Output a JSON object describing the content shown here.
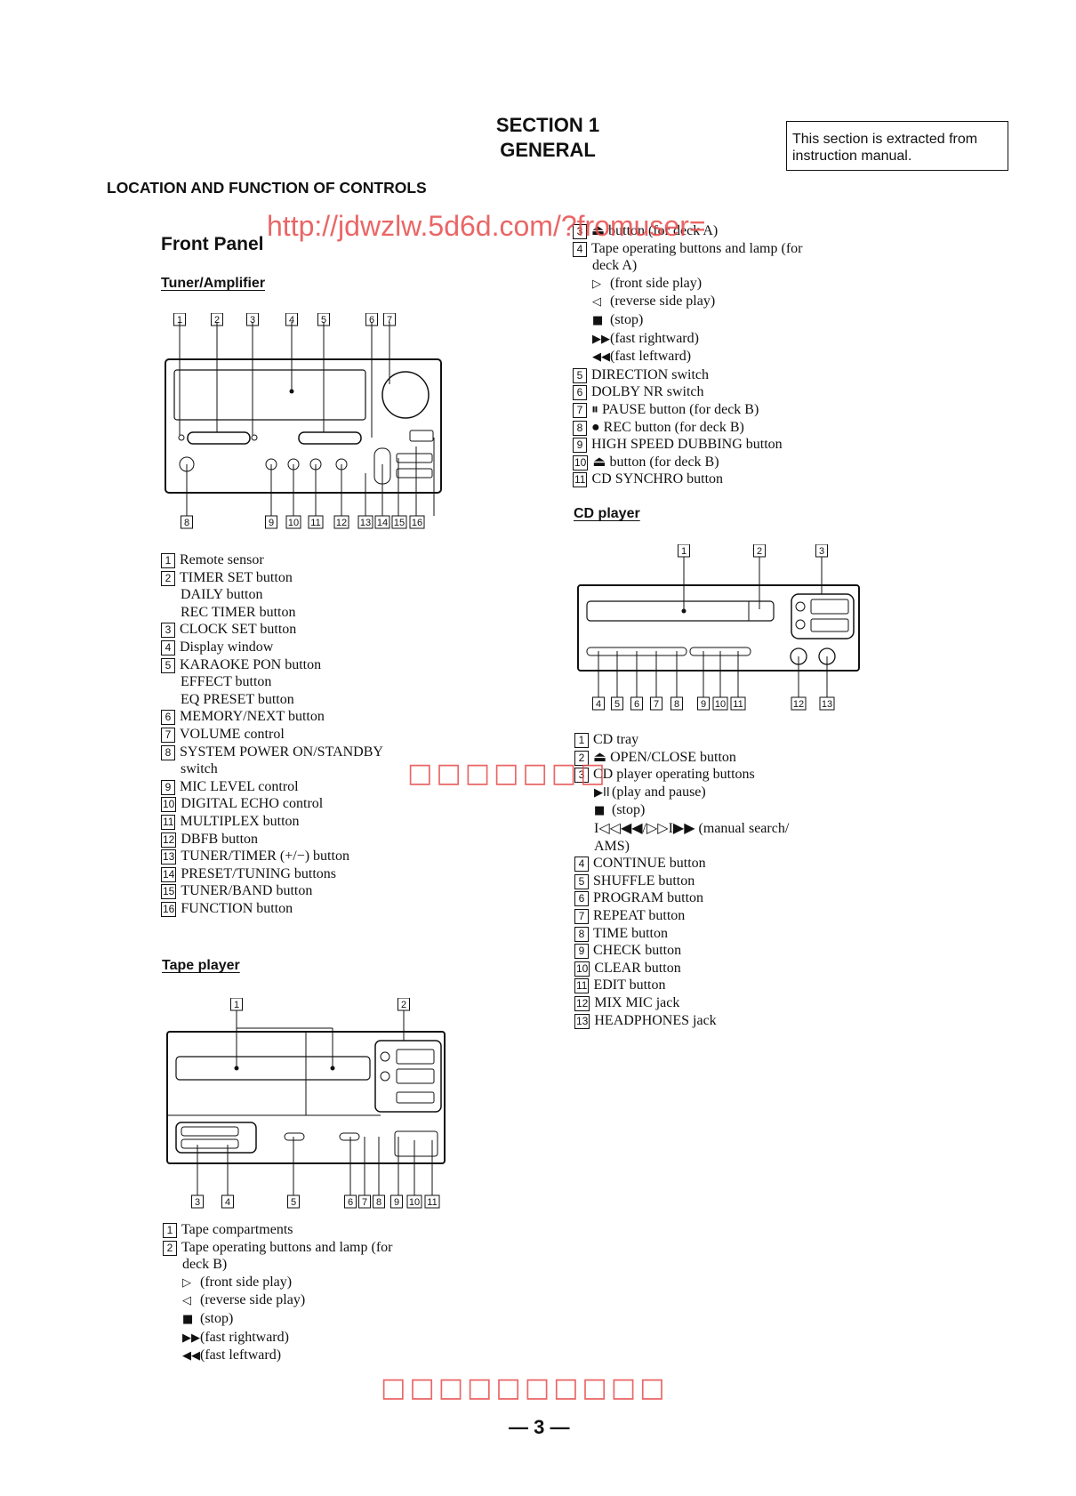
{
  "section": {
    "number": "SECTION  1",
    "title": "GENERAL"
  },
  "note": "This  section  is  extracted  from instruction  manual.",
  "main_heading": "LOCATION AND FUNCTION OF CONTROLS",
  "front_panel": "Front Panel",
  "tuner": {
    "heading": "Tuner/Amplifier",
    "callouts_top": [
      "1",
      "2",
      "3",
      "4",
      "5",
      "6",
      "7"
    ],
    "callouts_bottom": [
      "8",
      "9",
      "10",
      "11",
      "12",
      "13",
      "14",
      "15",
      "16"
    ],
    "items": [
      {
        "n": "1",
        "lines": [
          "Remote sensor"
        ]
      },
      {
        "n": "2",
        "lines": [
          "TIMER SET button",
          "DAILY button",
          "REC TIMER button"
        ]
      },
      {
        "n": "3",
        "lines": [
          "CLOCK SET button"
        ]
      },
      {
        "n": "4",
        "lines": [
          "Display window"
        ]
      },
      {
        "n": "5",
        "lines": [
          "KARAOKE PON button",
          "EFFECT button",
          "EQ PRESET button"
        ]
      },
      {
        "n": "6",
        "lines": [
          "MEMORY/NEXT button"
        ]
      },
      {
        "n": "7",
        "lines": [
          "VOLUME control"
        ]
      },
      {
        "n": "8",
        "lines": [
          "SYSTEM POWER ON/STANDBY",
          "switch"
        ]
      },
      {
        "n": "9",
        "lines": [
          "MIC LEVEL control"
        ]
      },
      {
        "n": "10",
        "lines": [
          "DIGITAL ECHO control"
        ]
      },
      {
        "n": "11",
        "lines": [
          "MULTIPLEX button"
        ]
      },
      {
        "n": "12",
        "lines": [
          "DBFB button"
        ]
      },
      {
        "n": "13",
        "lines": [
          "TUNER/TIMER (+/−) button"
        ]
      },
      {
        "n": "14",
        "lines": [
          "PRESET/TUNING buttons"
        ]
      },
      {
        "n": "15",
        "lines": [
          "TUNER/BAND button"
        ]
      },
      {
        "n": "16",
        "lines": [
          "FUNCTION button"
        ]
      }
    ]
  },
  "tape": {
    "heading": "Tape player",
    "callouts_top": [
      "1",
      "2"
    ],
    "callouts_bottom": [
      "3",
      "4",
      "5",
      "6",
      "7",
      "8",
      "9",
      "10",
      "11"
    ],
    "items": [
      {
        "n": "1",
        "lines": [
          "Tape compartments"
        ]
      },
      {
        "n": "2",
        "lines": [
          "Tape operating buttons and lamp (for",
          "deck B)"
        ]
      }
    ],
    "sub": [
      {
        "sym": "▷",
        "text": "(front side play)"
      },
      {
        "sym": "◁",
        "text": "(reverse side play)"
      },
      {
        "sym": "■",
        "text": "(stop)"
      },
      {
        "sym": "▶▶",
        "text": "(fast rightward)"
      },
      {
        "sym": "◀◀",
        "text": "(fast leftward)"
      }
    ]
  },
  "right_top": {
    "items_a": [
      {
        "n": "3",
        "lines": [
          "⏏ button (for deck A)"
        ]
      },
      {
        "n": "4",
        "lines": [
          "Tape operating buttons and lamp (for",
          "deck A)"
        ]
      }
    ],
    "sub": [
      {
        "sym": "▷",
        "text": "(front side play)"
      },
      {
        "sym": "◁",
        "text": "(reverse side play)"
      },
      {
        "sym": "■",
        "text": "(stop)"
      },
      {
        "sym": "▶▶",
        "text": "(fast rightward)"
      },
      {
        "sym": "◀◀",
        "text": "(fast leftward)"
      }
    ],
    "items_b": [
      {
        "n": "5",
        "lines": [
          "DIRECTION switch"
        ]
      },
      {
        "n": "6",
        "lines": [
          "DOLBY NR switch"
        ]
      },
      {
        "n": "7",
        "lines": [
          "⏸ PAUSE button (for deck B)"
        ]
      },
      {
        "n": "8",
        "lines": [
          "● REC button (for deck B)"
        ]
      },
      {
        "n": "9",
        "lines": [
          "HIGH SPEED DUBBING button"
        ]
      },
      {
        "n": "10",
        "lines": [
          "⏏ button (for deck B)"
        ]
      },
      {
        "n": "11",
        "lines": [
          "CD SYNCHRO button"
        ]
      }
    ]
  },
  "cd": {
    "heading": "CD player",
    "callouts_top": [
      "1",
      "2",
      "3"
    ],
    "callouts_bottom": [
      "4",
      "5",
      "6",
      "7",
      "8",
      "9",
      "10",
      "11",
      "12",
      "13"
    ],
    "items_a": [
      {
        "n": "1",
        "lines": [
          "CD tray"
        ]
      },
      {
        "n": "2",
        "lines": [
          "⏏ OPEN/CLOSE button"
        ]
      },
      {
        "n": "3",
        "lines": [
          "CD player operating buttons"
        ]
      }
    ],
    "sub": [
      {
        "sym": "▶II",
        "text": "(play and pause)"
      },
      {
        "sym": "■",
        "text": "(stop)"
      },
      {
        "sym": "",
        "text": "I◁◁◀◀/▷▷I▶▶ (manual search/"
      },
      {
        "sym": "",
        "text": "AMS)"
      }
    ],
    "items_b": [
      {
        "n": "4",
        "lines": [
          "CONTINUE button"
        ]
      },
      {
        "n": "5",
        "lines": [
          "SHUFFLE button"
        ]
      },
      {
        "n": "6",
        "lines": [
          "PROGRAM button"
        ]
      },
      {
        "n": "7",
        "lines": [
          "REPEAT button"
        ]
      },
      {
        "n": "8",
        "lines": [
          "TIME button"
        ]
      },
      {
        "n": "9",
        "lines": [
          "CHECK button"
        ]
      },
      {
        "n": "10",
        "lines": [
          "CLEAR button"
        ]
      },
      {
        "n": "11",
        "lines": [
          "EDIT button"
        ]
      },
      {
        "n": "12",
        "lines": [
          "MIX MIC jack"
        ]
      },
      {
        "n": "13",
        "lines": [
          "HEADPHONES jack"
        ]
      }
    ]
  },
  "watermark_url": "http://jdwzlw.5d6d.com/?fromuser=",
  "page_number": "— 3 —"
}
